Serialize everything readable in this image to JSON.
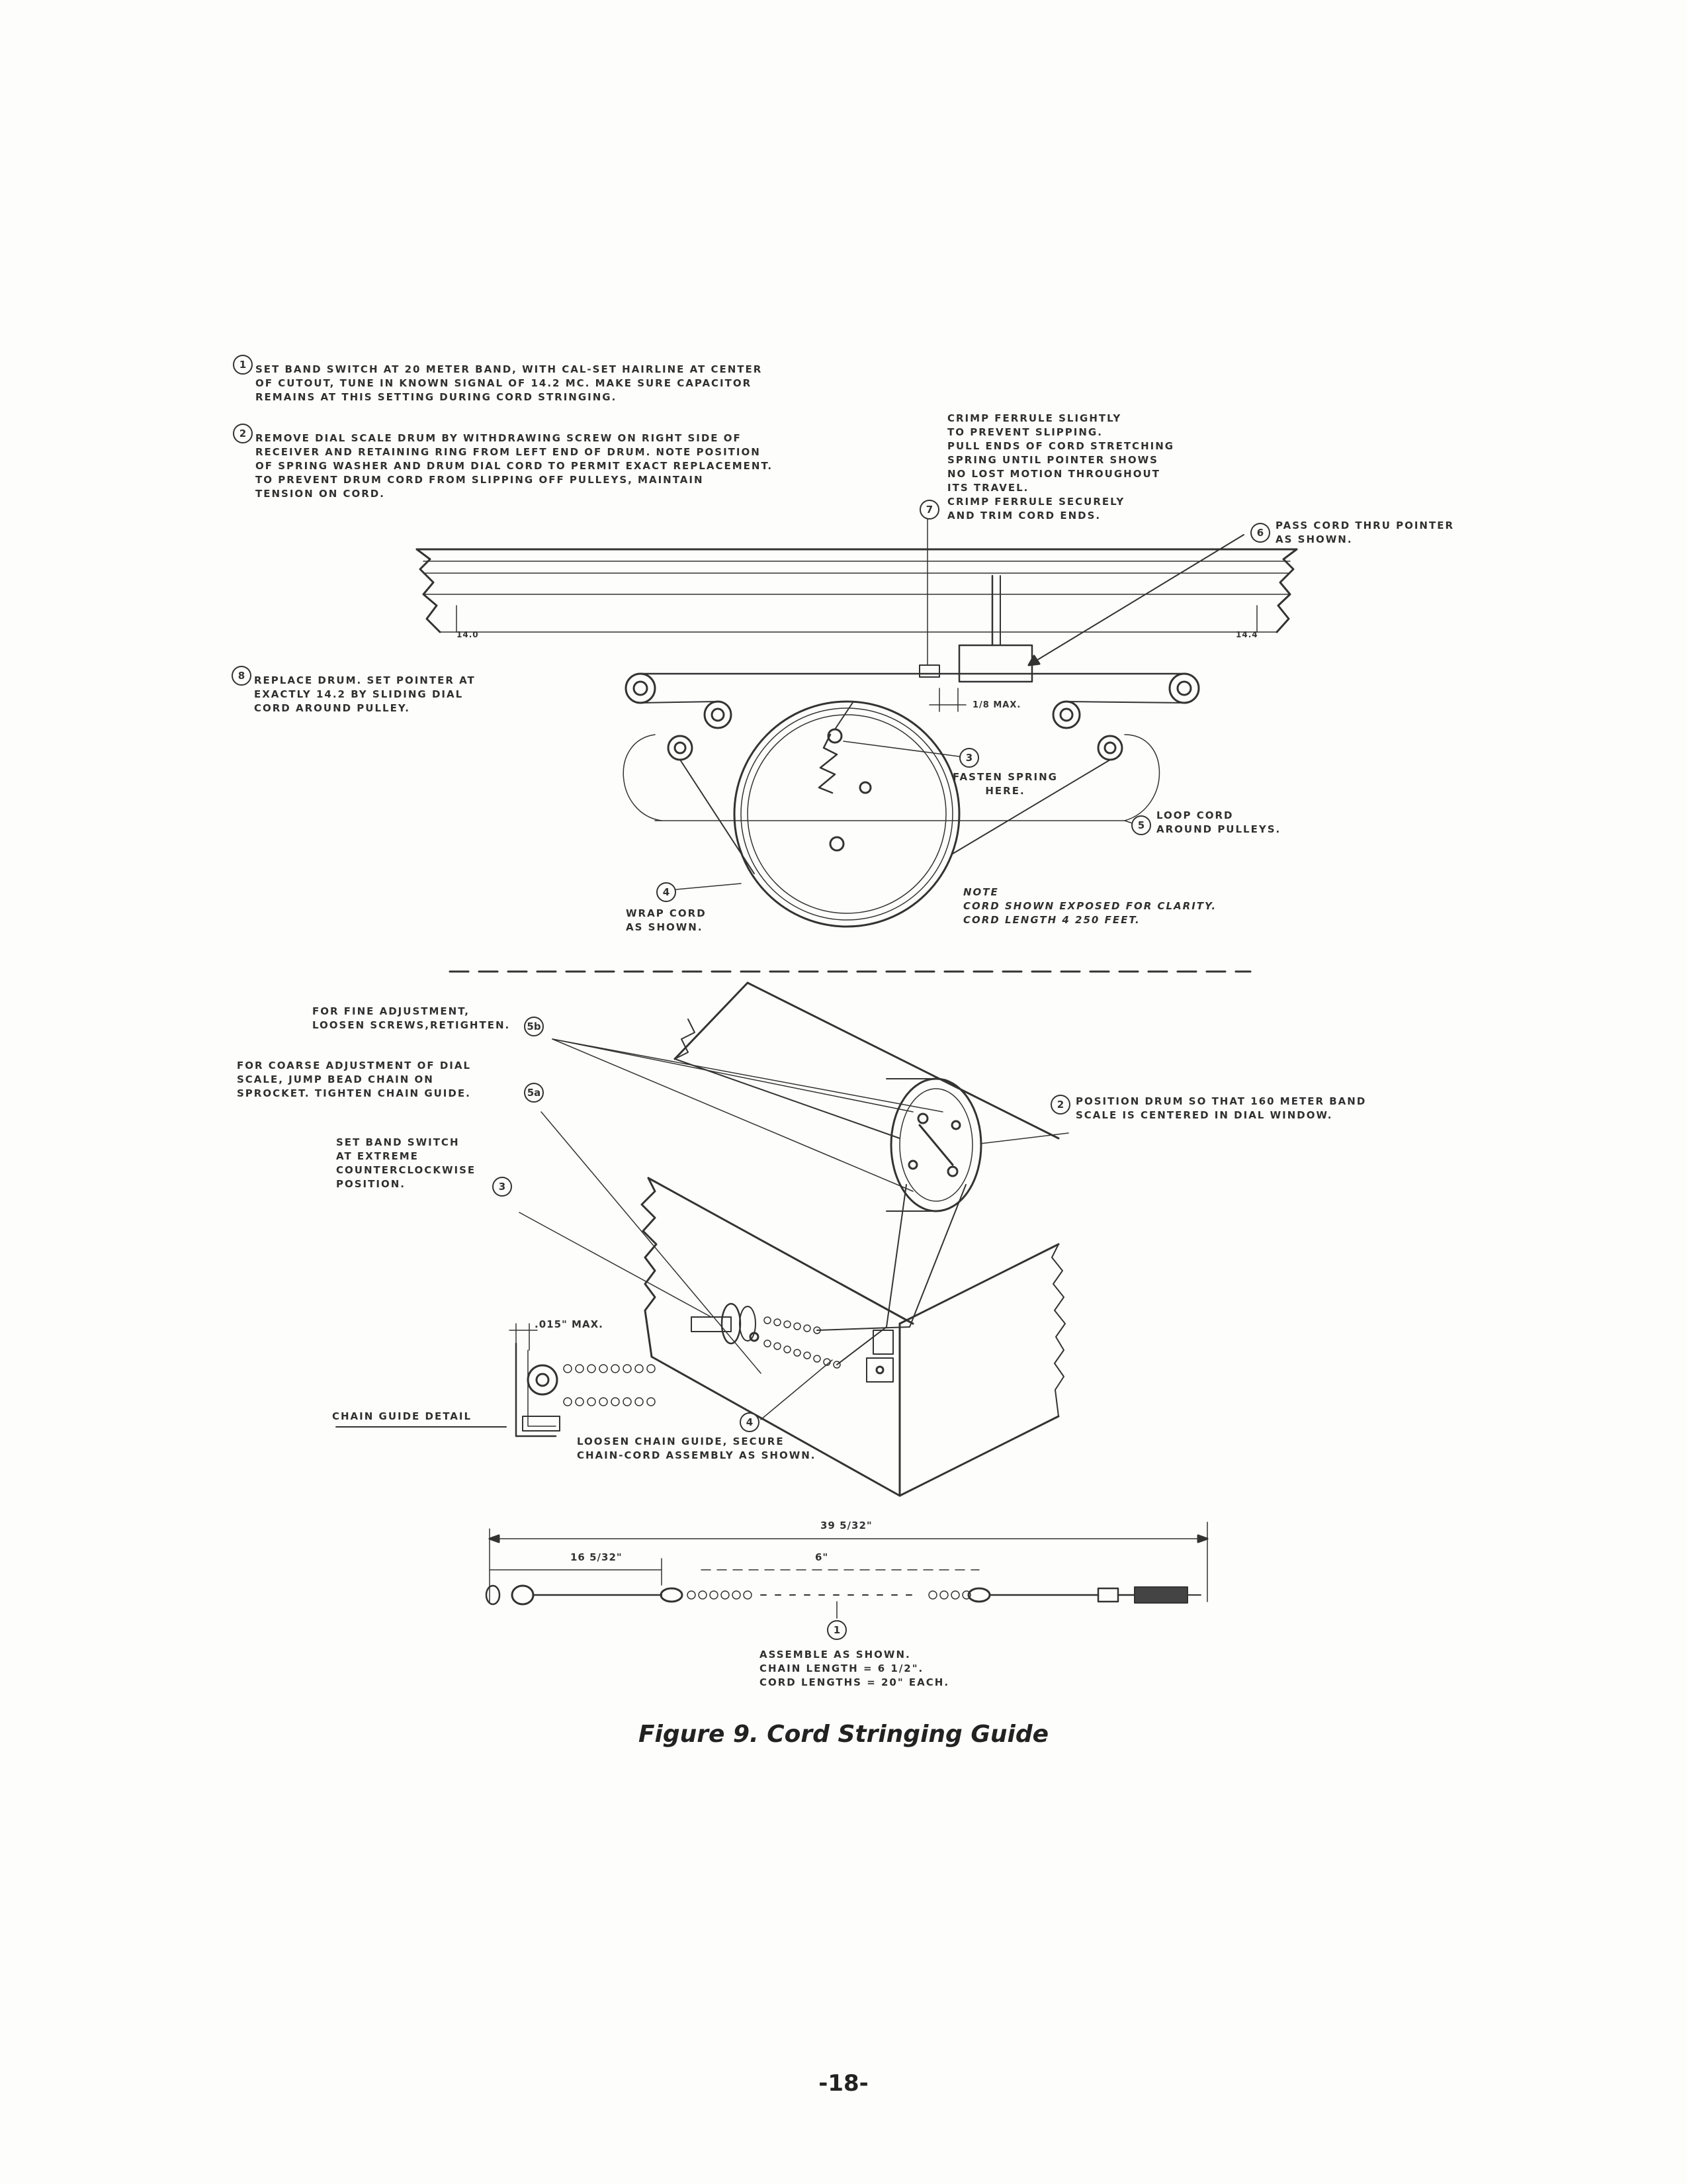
{
  "figure": {
    "caption": "Figure 9.  Cord Stringing Guide",
    "page_number": "-18-"
  },
  "top_diagram": {
    "step1_num": "1",
    "step1": "SET BAND SWITCH AT 20 METER BAND, WITH CAL-SET HAIRLINE AT CENTER\nOF CUTOUT, TUNE IN KNOWN SIGNAL OF 14.2 Mc. MAKE SURE CAPACITOR\nREMAINS AT THIS SETTING DURING CORD STRINGING.",
    "step2_num": "2",
    "step2": "REMOVE DIAL SCALE DRUM BY WITHDRAWING SCREW ON RIGHT SIDE OF\nRECEIVER AND RETAINING RING FROM LEFT END OF DRUM. NOTE POSITION\nOF SPRING WASHER AND DRUM DIAL CORD TO PERMIT EXACT REPLACEMENT.\nTO PREVENT DRUM CORD FROM SLIPPING OFF PULLEYS, MAINTAIN\nTENSION ON CORD.",
    "step7_num": "7",
    "step7": "CRIMP FERRULE SLIGHTLY\nTO PREVENT SLIPPING.\nPULL ENDS OF CORD STRETCHING\nSPRING UNTIL POINTER SHOWS\nNO LOST MOTION THROUGHOUT\nITS TRAVEL.\nCRIMP FERRULE SECURELY\nAND TRIM CORD ENDS.",
    "step6_num": "6",
    "step6": "PASS CORD THRU POINTER\nAS SHOWN.",
    "step8_num": "8",
    "step8": "REPLACE DRUM. SET POINTER AT\nEXACTLY 14.2 BY SLIDING DIAL\nCORD AROUND PULLEY.",
    "step3_num": "3",
    "step3": "FASTEN SPRING\nHERE.",
    "step5_num": "5",
    "step5": "LOOP CORD\nAROUND PULLEYS.",
    "step4_num": "4",
    "step4": "WRAP CORD\nAS SHOWN.",
    "note": "NOTE\nCORD SHOWN EXPOSED FOR CLARITY.\nCORD LENGTH 4 250 FEET.",
    "scale_left": "14.0",
    "scale_right": "14.4",
    "gap_dim": "1/8 MAX."
  },
  "bottom_diagram": {
    "fine_num": "5b",
    "fine": "FOR FINE ADJUSTMENT,\nLOOSEN SCREWS,RETIGHTEN.",
    "coarse_num": "5a",
    "coarse": "FOR COARSE ADJUSTMENT OF DIAL\nSCALE, JUMP BEAD CHAIN ON\nSPROCKET. TIGHTEN CHAIN GUIDE.",
    "bandsw_num": "3",
    "bandsw": "SET BAND SWITCH\nAT EXTREME\nCOUNTERCLOCKWISE\nPOSITION.",
    "drum_num": "2",
    "drum": "POSITION DRUM SO THAT 160 METER BAND\nSCALE IS CENTERED IN DIAL WINDOW.",
    "gap_dim": ".015\" MAX.",
    "chain_guide": "CHAIN GUIDE DETAIL",
    "loosen_num": "4",
    "loosen": "LOOSEN CHAIN GUIDE, SECURE\nCHAIN-CORD ASSEMBLY AS SHOWN."
  },
  "assembly": {
    "overall_dim": "39 5/32\"",
    "left_dim": "16 5/32\"",
    "chain_dim": "6\"",
    "assemble_num": "1",
    "assemble": "ASSEMBLE AS SHOWN.\nCHAIN LENGTH = 6 1/2\".\nCORD LENGTHS = 20\" EACH."
  }
}
